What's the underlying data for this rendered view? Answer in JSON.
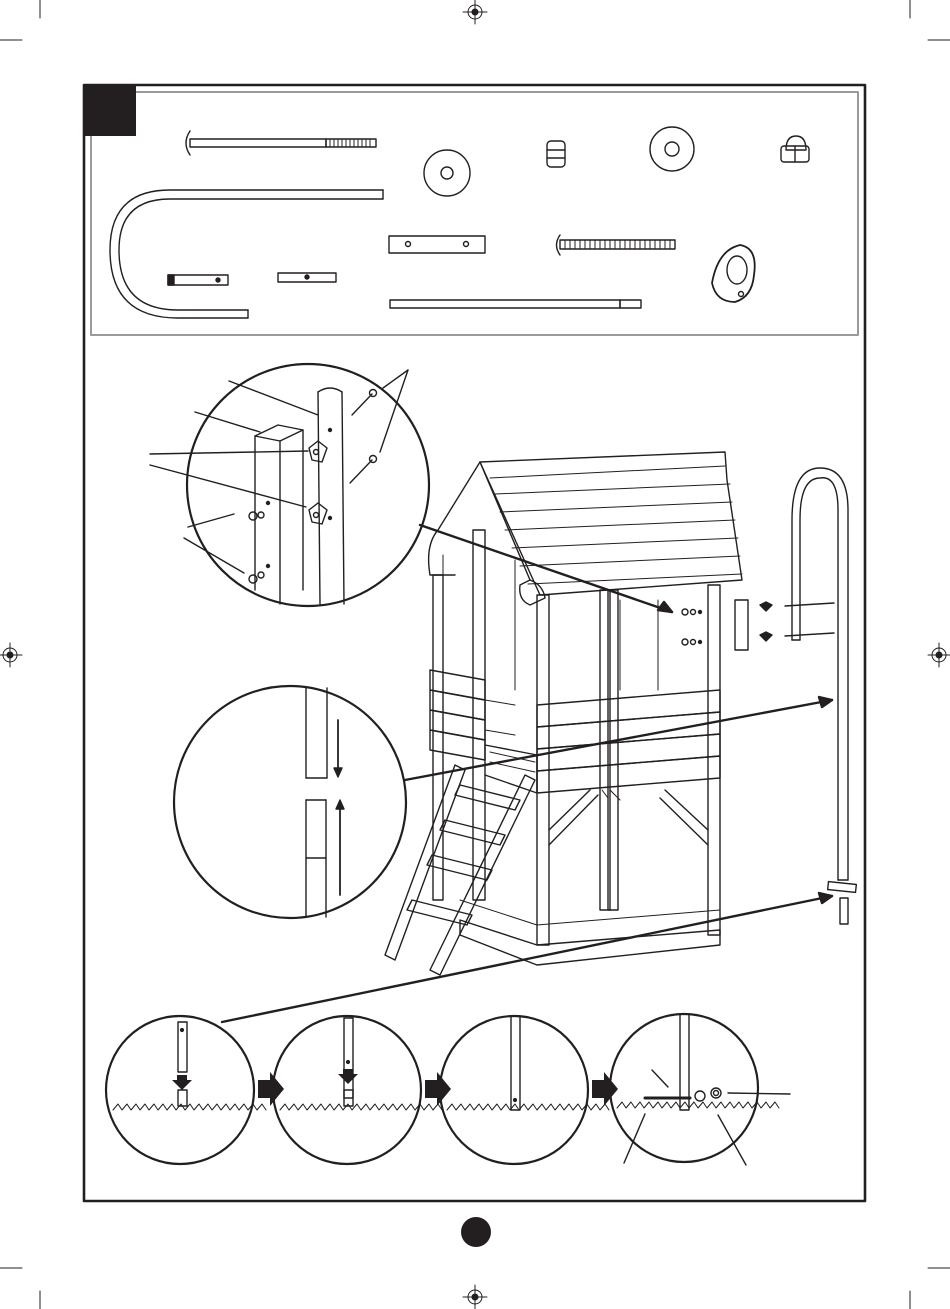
{
  "page": {
    "step_number": "",
    "page_number": "",
    "colors": {
      "ink": "#231f20",
      "frame_gray": "#9a9a9a",
      "paper": "#ffffff"
    }
  },
  "parts_panel": {
    "items": [
      {
        "name": "carriage-bolt-long"
      },
      {
        "name": "flat-washer"
      },
      {
        "name": "hex-nut"
      },
      {
        "name": "large-washer"
      },
      {
        "name": "cap-nut"
      },
      {
        "name": "curved-pole"
      },
      {
        "name": "wood-block-two-holes"
      },
      {
        "name": "hex-bolt"
      },
      {
        "name": "small-bracket-a"
      },
      {
        "name": "small-bracket-b"
      },
      {
        "name": "straight-pole"
      },
      {
        "name": "climbing-hold"
      }
    ]
  },
  "detail_views": [
    {
      "name": "post-bracket-detail"
    },
    {
      "name": "pole-joining-detail"
    }
  ],
  "ground_steps": [
    {
      "name": "ground-step-1"
    },
    {
      "name": "ground-step-2"
    },
    {
      "name": "ground-step-3"
    },
    {
      "name": "ground-step-4"
    }
  ],
  "icons": [
    "registration-mark-icon",
    "arrow-right-icon",
    "arrow-down-icon"
  ]
}
